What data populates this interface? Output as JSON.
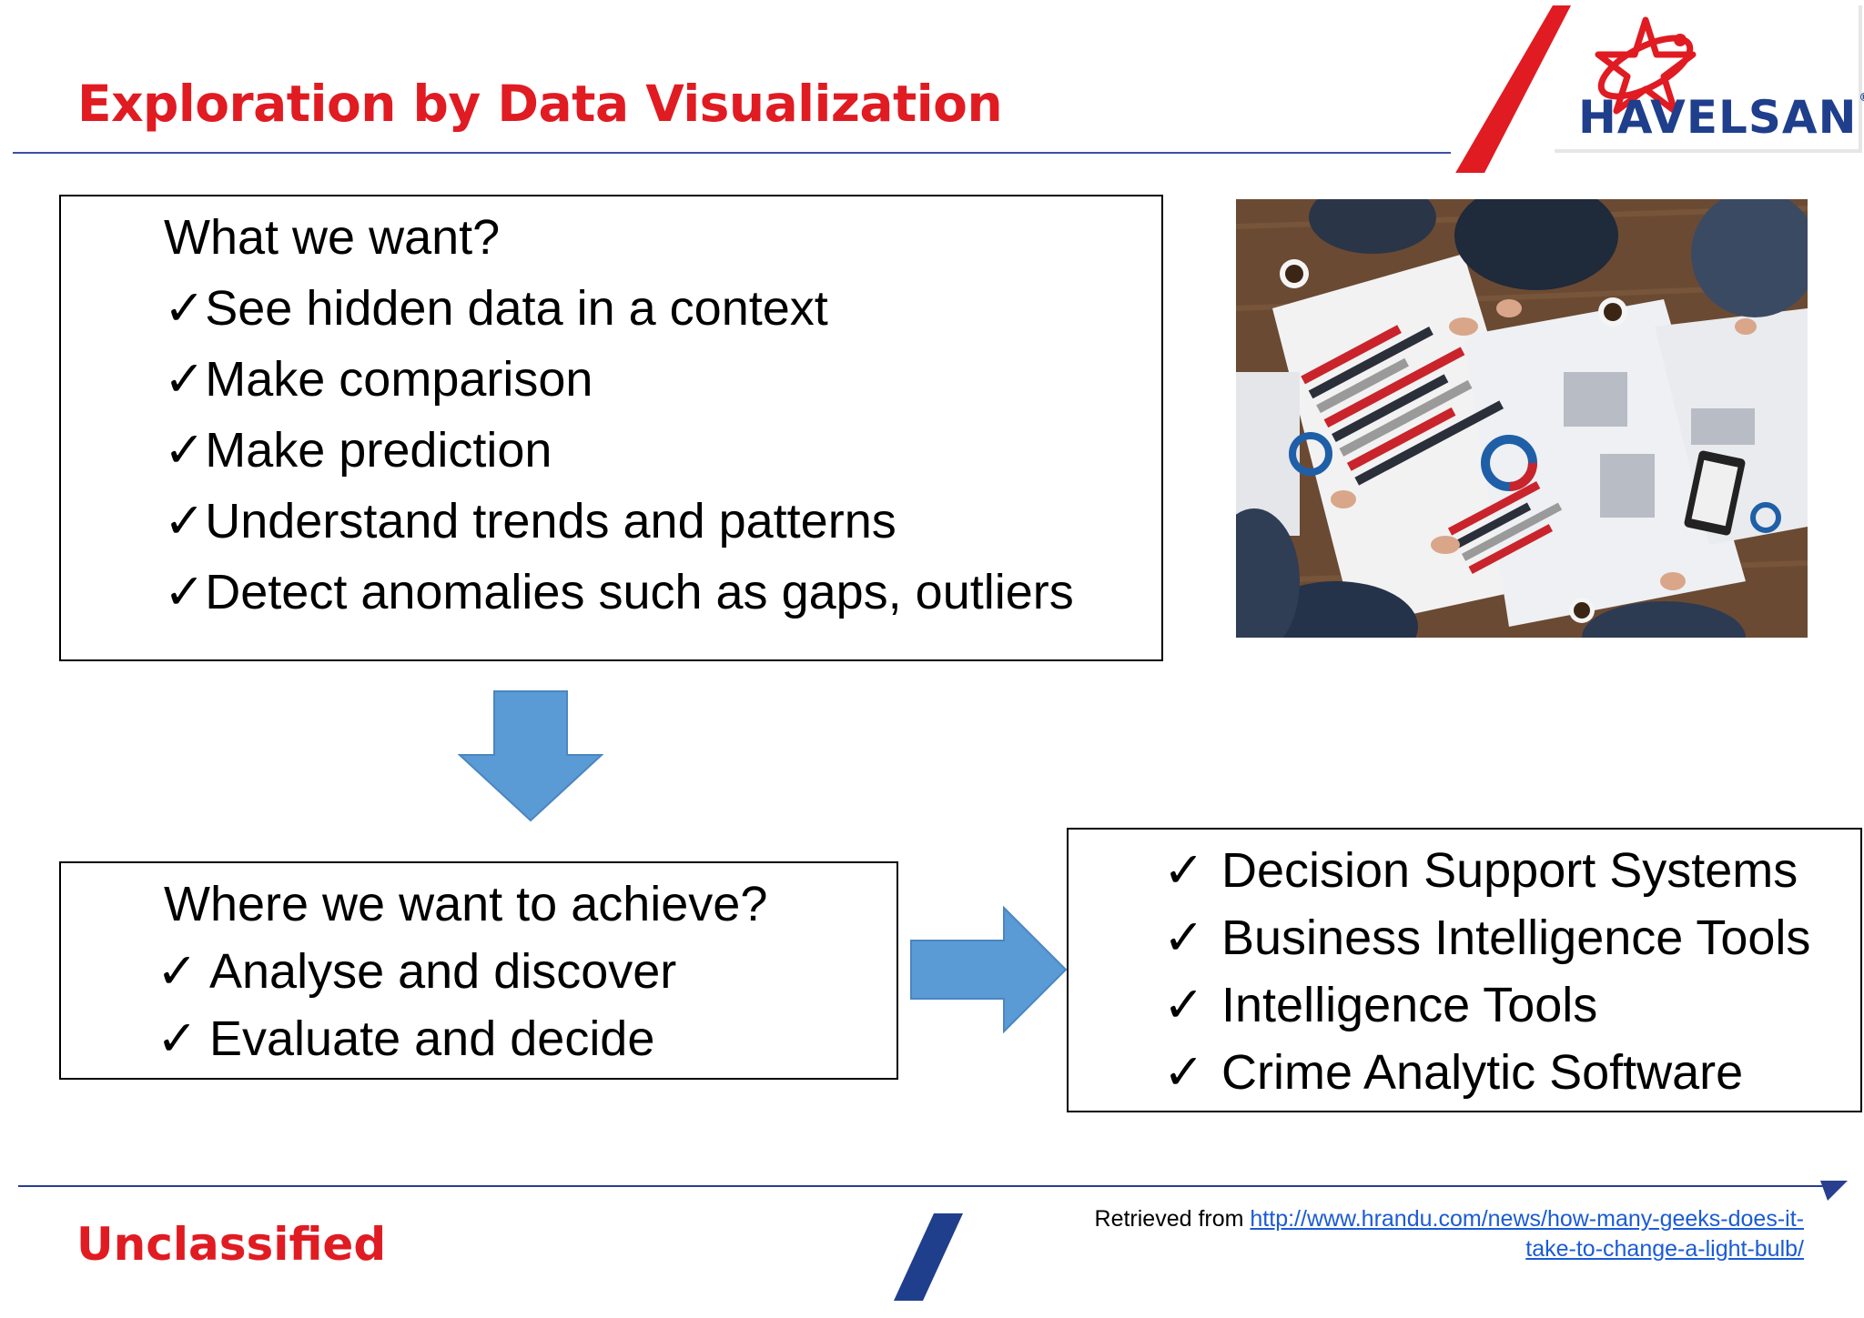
{
  "title": "Exploration by Data Visualization",
  "logo": {
    "text": "HAVELSAN",
    "mark": "®"
  },
  "want_box": {
    "heading": "What we want?",
    "items": [
      "See hidden data in a context",
      "Make comparison",
      "Make prediction",
      "Understand trends and patterns",
      "Detect anomalies such as gaps, outliers"
    ]
  },
  "achieve_box": {
    "heading": "Where we want to achieve?",
    "items": [
      "Analyse and discover",
      "Evaluate and decide"
    ]
  },
  "tools_box": {
    "items": [
      "Decision Support Systems",
      "Business Intelligence Tools",
      "Intelligence Tools",
      "Crime Analytic Software"
    ]
  },
  "check_glyph": "✓",
  "footer": {
    "classification": "Unclassified",
    "source_prefix": "Retrieved from ",
    "source_link_line1": "http://www.hrandu.com/news/how-many-geeks-does-it-",
    "source_link_line2": "take-to-change-a-light-bulb/"
  },
  "colors": {
    "title_red": "#e01b22",
    "rule_blue": "#3d4fa8",
    "arrow_blue": "#5b9bd5",
    "logo_navy": "#1f3e8c"
  },
  "icons": {
    "down_arrow": "down-arrow-icon",
    "right_arrow": "right-arrow-icon",
    "check": "check-icon"
  }
}
